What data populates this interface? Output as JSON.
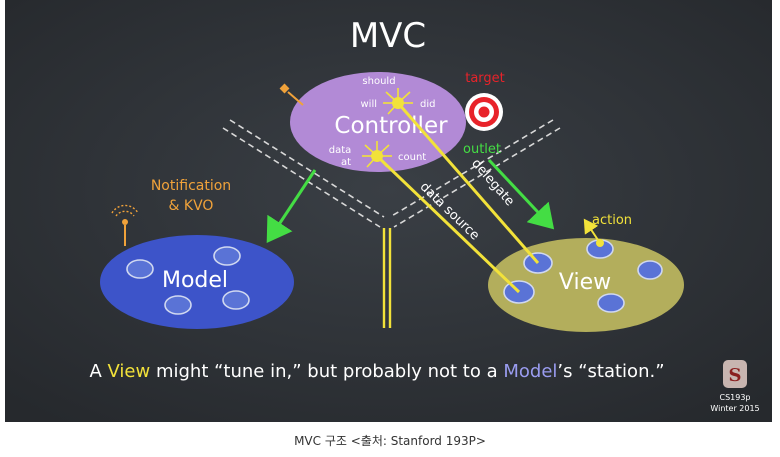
{
  "slide": {
    "title": "MVC",
    "colors": {
      "board": "#2f3338",
      "controller_fill": "#b28ad6",
      "model_fill": "#3d54c9",
      "view_fill": "#b3ae5c",
      "bubble_fill": "#5a73d6",
      "yellow": "#f2e23a",
      "green": "#44dd44",
      "red": "#e8232a",
      "orange": "#f0a23a",
      "white": "#ffffff"
    },
    "controller": {
      "label": "Controller",
      "top_star": {
        "labels": [
          "should",
          "will",
          "did"
        ]
      },
      "bottom_star": {
        "labels": [
          "data",
          "at",
          "count"
        ]
      }
    },
    "target": {
      "label": "target",
      "icon": "target-icon"
    },
    "outlet": {
      "label": "outlet"
    },
    "notification": {
      "line1": "Notification",
      "line2": "& KVO",
      "icon": "radio-tower-icon"
    },
    "model": {
      "label": "Model"
    },
    "view": {
      "label": "View"
    },
    "action": {
      "label": "action"
    },
    "delegate": {
      "label": "delegate"
    },
    "data_source": {
      "label": "data source"
    },
    "footnote": {
      "part1": "A ",
      "view_word": "View",
      "part2": " might “tune in,” but probably not to a ",
      "model_word": "Model",
      "part3": "’s “station.”"
    },
    "badge": {
      "line1": "CS193p",
      "line2": "Winter 2015",
      "icon": "stanford-s-icon"
    }
  },
  "caption": "MVC 구조 <출처: Stanford 193P>"
}
